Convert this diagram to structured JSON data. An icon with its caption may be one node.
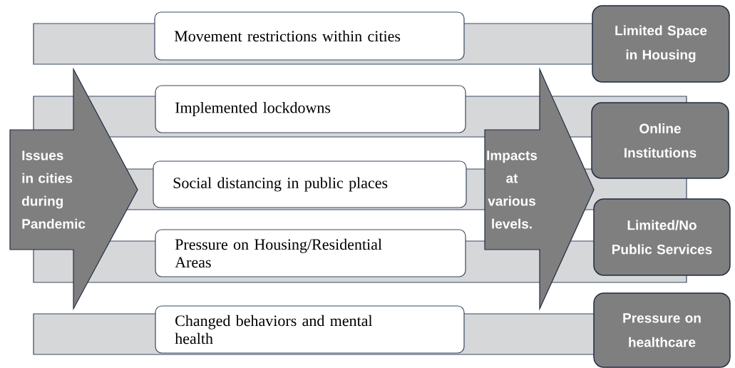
{
  "diagram": {
    "nodes": [
      {
        "text": [
          "Issues in cities during Pandemic"
        ]
      },
      {
        "text": [
          "Movement restrictions within cities"
        ]
      },
      {
        "text": [
          "Implemented lockdowns"
        ]
      },
      {
        "text": [
          "Social distancing in public places"
        ]
      },
      {
        "text": [
          "Pressure on Housing/Residential Areas"
        ]
      },
      {
        "text": [
          "Changed behaviors and mental health"
        ]
      },
      {
        "text": [
          "Impacts at various levels."
        ]
      },
      {
        "text": [
          "Limited Space in Housing"
        ]
      },
      {
        "text": [
          "Online Institutions"
        ]
      },
      {
        "text": [
          "Limited/No Public Services"
        ]
      },
      {
        "text": [
          "Pressure on healthcare"
        ]
      }
    ]
  }
}
